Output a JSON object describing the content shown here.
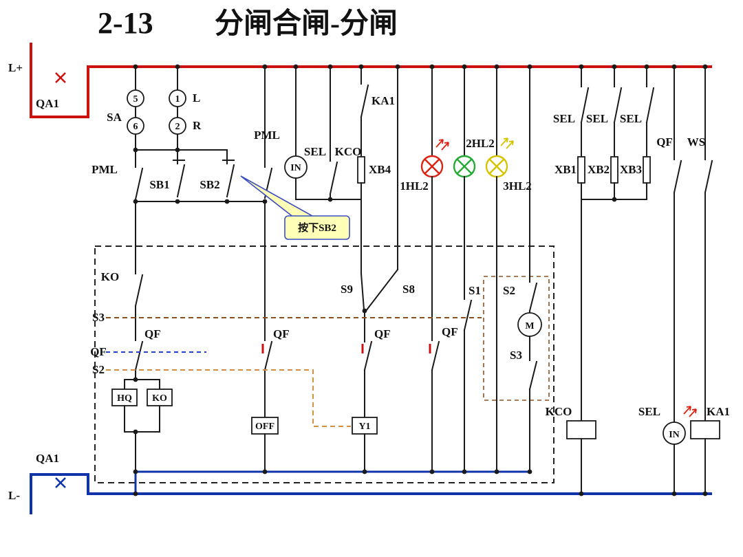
{
  "title": {
    "index": "2-13",
    "name": "分闸合闸-分闸"
  },
  "rails": {
    "positive": "L+",
    "negative": "L-",
    "breaker_top": "QA1",
    "breaker_bottom": "QA1"
  },
  "sa": {
    "label": "SA",
    "c5": "5",
    "c1": "1",
    "c6": "6",
    "c2": "2",
    "left": "L",
    "right": "R"
  },
  "contacts": {
    "pml_left": "PML",
    "sb1": "SB1",
    "sb2": "SB2",
    "pml_mid": "PML",
    "sel_mid": "SEL",
    "kco_mid": "KCO",
    "ka1_top": "KA1",
    "ko": "KO",
    "qf_1": "QF",
    "qf_2": "QF",
    "qf_3": "QF",
    "qf_4": "QF",
    "qf_link": "QF",
    "s3_link": "S3",
    "s2_link": "S2",
    "s9": "S9",
    "s8": "S8",
    "s1": "S1",
    "s2_motor": "S2",
    "s3_motor": "S3",
    "sel_r1": "SEL",
    "sel_r2": "SEL",
    "sel_r3": "SEL",
    "qf_right": "QF",
    "ws": "WS",
    "sel_bottom": "SEL"
  },
  "lamps": {
    "hl1": "1HL2",
    "hl2": "2HL2",
    "hl3": "3HL2"
  },
  "indicators": {
    "in_mid": "IN",
    "in_right": "IN"
  },
  "terminals": {
    "xb1": "XB1",
    "xb2": "XB2",
    "xb3": "XB3",
    "xb4": "XB4"
  },
  "devices": {
    "hq": "HQ",
    "ko": "KO",
    "off": "OFF",
    "y1": "Y1",
    "kco": "KCO",
    "ka1": "KA1",
    "motor": "M"
  },
  "callout": {
    "text": "按下SB2"
  },
  "colors": {
    "wire": "#1a1a1a",
    "bus-positive": "#cc1111",
    "bus-negative": "#1133aa",
    "lamp-red": "#dd2211",
    "lamp-green": "#22aa33",
    "lamp-yellow": "#d4c400",
    "link-brown": "#8a5020",
    "link-blue": "#2244cc",
    "link-orange": "#d09040",
    "callout-bg": "#ffffb8",
    "callout-border": "#3b4ec0"
  }
}
